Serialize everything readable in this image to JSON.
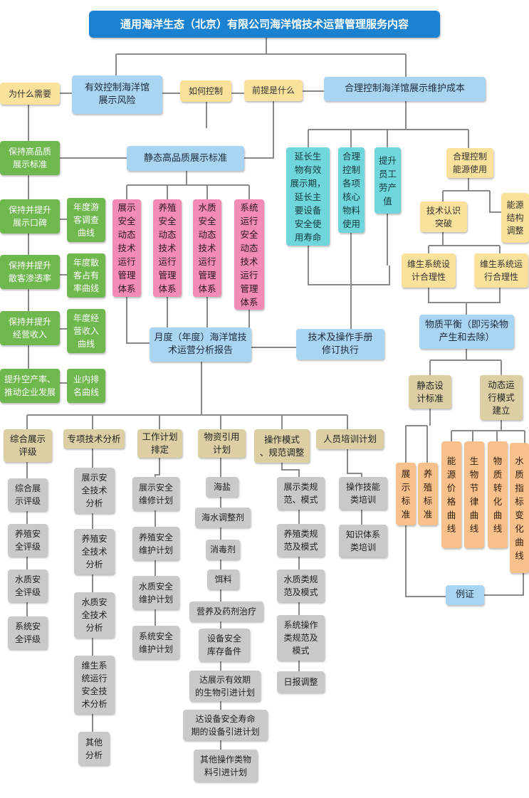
{
  "title": "通用海洋生态（北京）有限公司海洋馆技术运营管理服务内容",
  "nodes": {
    "top_left": "有效控制海洋馆\n展示风险",
    "top_right": "合理控制海洋馆展示维护成本",
    "why": "为什么需要",
    "how": "如何控制",
    "premise": "前提是什么",
    "static_standard": "静态高品质展示标准",
    "g1": "保持高品质\n展示标准",
    "g2": "保持并提升\n展示口碑",
    "g3": "保持并提升\n散客渗透率",
    "g4": "保持并提升\n经营收入",
    "g5": "提升空产率、\n推动企业发展",
    "gc1": "年度游\n客调查\n曲线",
    "gc2": "年度散\n客占有\n率曲线",
    "gc3": "年度经\n营收入\n曲线",
    "gc4": "业内排\n名曲线",
    "p1": "展示\n安全\n动态\n技术\n运行\n管理\n体系",
    "p2": "养殖\n安全\n动态\n技术\n运行\n管理\n体系",
    "p3": "水质\n安全\n动态\n技术\n运行\n管理\n体系",
    "p4": "系统\n运行\n安全\n动态\n技术\n运行\n管理\n体系",
    "c1": "延长生\n物有效\n展示期，\n延长主\n要设备\n安全使\n用寿命",
    "c2": "合理\n控制\n各项\n核心\n物料\n使用",
    "c3": "提升\n员工\n劳产\n值",
    "energy": "合理控制\n能源使用",
    "tech_break": "技术认识\n突破",
    "energy_struct": "能源\n结构\n调整",
    "sys_design": "维生系统设\n计合理性",
    "sys_run": "维生系统运\n行合理性",
    "balance": "物质平衡（即污染物\n产生和去除）",
    "monthly": "月度（年度）海洋馆技\n术运营分析报告",
    "manual": "技术及操作手册\n修订执行",
    "static_design": "静态设\n计标准",
    "dynamic_mode": "动态运\n行模式\n建立",
    "o1": "展示\n标准",
    "o2": "养殖\n标准",
    "o3": "能\n源\n价\n格\n曲\n线",
    "o4": "生\n物\n节\n律\n曲\n线",
    "o5": "物\n质\n转\n化\n曲\n线",
    "o6": "水\n质\n指\n标\n变\n化\n曲\n线",
    "example": "例证",
    "cat1": "综合展示\n评级",
    "cat2": "专项技术分析",
    "cat3": "工作计划\n排定",
    "cat4": "物资引用\n计划",
    "cat5": "操作模式\n、规范调整",
    "cat6": "人员培训计划",
    "s1_1": "综合展\n示评级",
    "s1_2": "养殖安\n全评级",
    "s1_3": "水质安\n全评级",
    "s1_4": "系统安\n全评级",
    "s2_1": "展示安\n全技术\n分析",
    "s2_2": "养殖安\n全技术\n分析",
    "s2_3": "水质安\n全技术\n分析",
    "s2_4": "维生系\n统运行\n安全技\n术分析",
    "s2_5": "其他\n分析",
    "s3_1": "展示安全\n维修计划",
    "s3_2": "养殖安全\n维护计划",
    "s3_3": "水质安全\n维护计划",
    "s3_4": "系统安全\n维护计划",
    "s4_1": "海盐",
    "s4_2": "海水调整剂",
    "s4_3": "消毒剂",
    "s4_4": "饵料",
    "s4_5": "营养及药剂治疗",
    "s4_6": "设备安全\n库存备件",
    "s4_7": "达展示有效期\n的生物引进计划",
    "s4_8": "达设备安全寿命\n期的设备引进计划",
    "s4_9": "其他操作类物\n料引进计划",
    "s5_1": "展示类规\n范、模式",
    "s5_2": "养殖类规\n范及模式",
    "s5_3": "水质类规\n范及模式",
    "s5_4": "系统操作\n类规范及\n模式",
    "s5_5": "日报调整",
    "s6_1": "操作技能\n类培训",
    "s6_2": "知识体系\n类培训"
  },
  "colors": {
    "title": "#1b82d1",
    "blue": "#a9d4f2",
    "yellow": "#fbe29c",
    "green": "#6fb84e",
    "pink": "#f28bb5",
    "cyan": "#6fd6dc",
    "gray": "#c9c9c9",
    "tan": "#dccfa3",
    "orange": "#f8c08a",
    "line": "#8a8a8a"
  }
}
